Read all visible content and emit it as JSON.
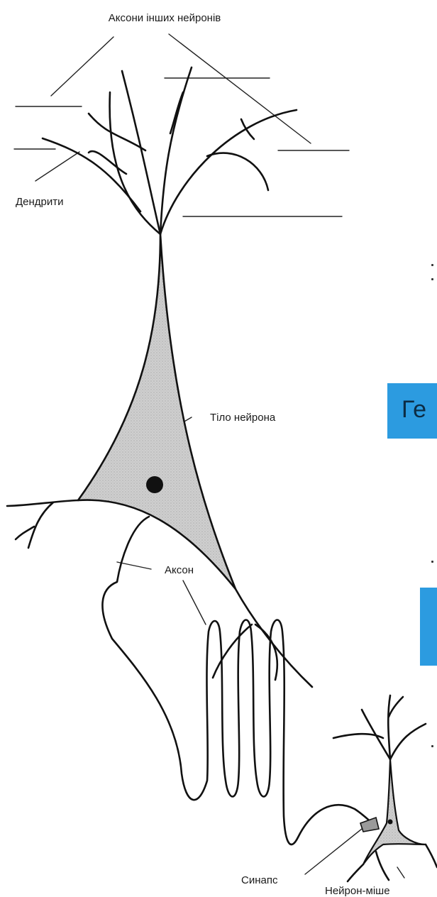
{
  "labels": {
    "other_axons": "Аксони інших нейронів",
    "dendrites": "Дендрити",
    "cell_body": "Тіло нейрона",
    "axon": "Аксон",
    "synapse": "Синапс",
    "target_neuron": "Нейрон-міше"
  },
  "right_panel": {
    "box1_text": "Ге",
    "box2_line1": "",
    "box2_line2": ""
  },
  "colors": {
    "soma_fill": "#c9c9c9",
    "panel_blue": "#2c9be0",
    "ink": "#111111"
  }
}
